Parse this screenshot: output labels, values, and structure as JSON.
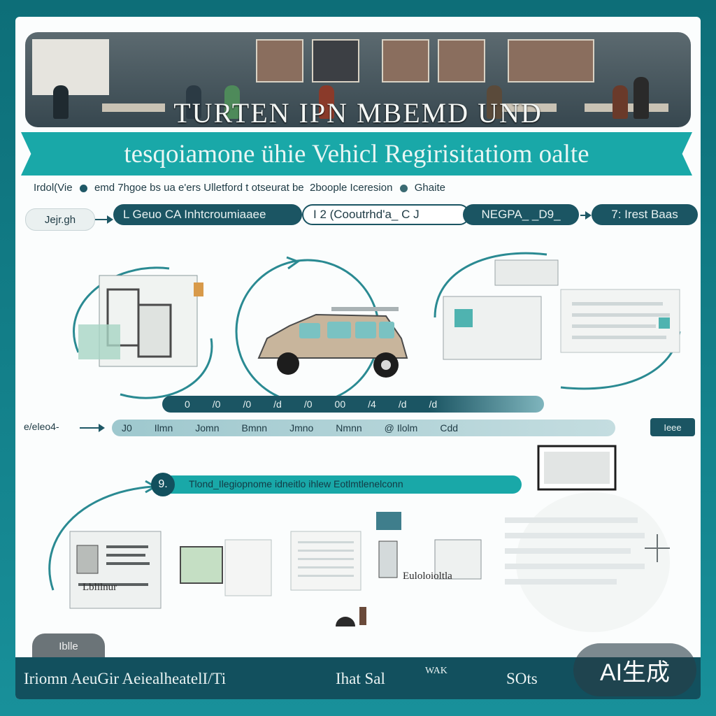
{
  "hero": {
    "title": "TURTEN IPN MBEMD UND"
  },
  "banner": {
    "title": "tesqoiamone ühie Vehicl Regirisitatiom oalte"
  },
  "subline": {
    "left": "Irdol(Vie",
    "middle": "emd 7hgoe bs ua  e'ers Ulletford t otseurat be",
    "right": "2boople Iceresion",
    "end": "Ghaite"
  },
  "steps": {
    "tag": "Jejr.gh",
    "pill1": "L  Geuo  CA   Inhtcroumiaaee",
    "pill2": "I 2  (Cooutrhd'a_  C   J",
    "pill3": "NEGPA_ _D9_",
    "pill4": "7: Irest Baas"
  },
  "timeline1": {
    "items": [
      "0",
      "/0",
      "/0",
      "/d",
      "/0",
      "00",
      "/4",
      "/d",
      "/d"
    ]
  },
  "timeline2": {
    "tag": "e/eleo4-",
    "items": [
      "J0",
      "Ilmn",
      "Jomn",
      "Bmnn",
      "Jmno",
      "Nmnn",
      "@ Ilolm",
      "Cdd",
      "",
      ""
    ],
    "right": "Ieee"
  },
  "lower": {
    "bar_num": "9.",
    "bar_text": "Tlond_Ilegiopnome  idneitlo ihlew  Eotlmtlenelconn",
    "caption_left": "Lblilnur",
    "caption_mid": "Euloloioltla"
  },
  "footer": {
    "badge": "Iblle",
    "left": "Iriomn  AeuGir AeiealheatelI/Ti",
    "mid": "Ihat  Sal",
    "right1": "WAK",
    "right2": "SOts"
  },
  "watermark": "AI生成",
  "colors": {
    "frame": "#13858f",
    "banner": "#19a8a8",
    "navy": "#1e5866",
    "teal_light": "#7fb5bd"
  }
}
